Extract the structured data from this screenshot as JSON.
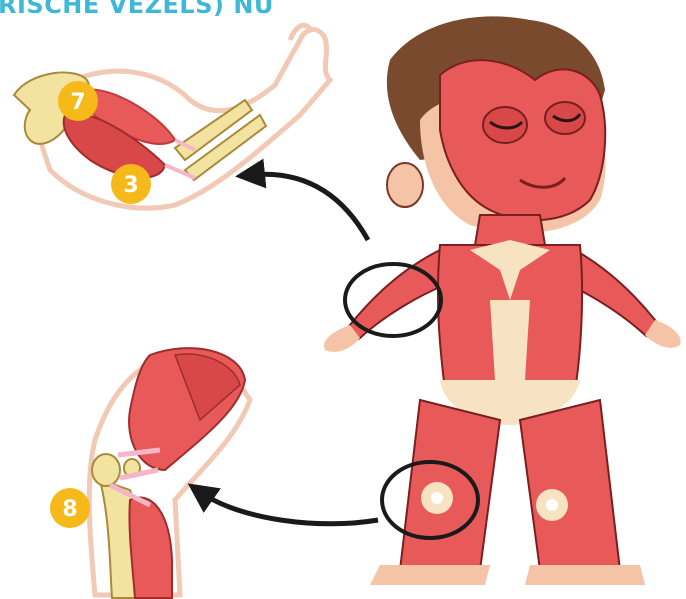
{
  "header": {
    "title_fragment": "RISCHE VEZELS) NU"
  },
  "badges": {
    "arm_top": "7",
    "arm_bottom": "3",
    "knee": "8"
  },
  "colors": {
    "title": "#3fb8d8",
    "muscle": "#e85a5a",
    "muscle_dark": "#c23a3a",
    "tendon": "#f7e3c2",
    "bone": "#f3e3a0",
    "skin": "#f5c4a6",
    "hair": "#7a4a2e",
    "badge": "#f6b91a",
    "ligament": "#f4b6c8",
    "arrow": "#1a1a1a"
  },
  "icons": [
    "arm-muscle-illustration",
    "knee-muscle-illustration",
    "muscle-body-illustration",
    "arrow-icon"
  ]
}
